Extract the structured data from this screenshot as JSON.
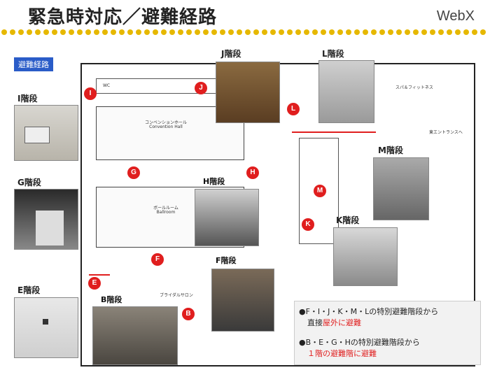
{
  "header": {
    "title": "緊急時対応／避難経路",
    "logo": "WebX"
  },
  "route_tag": "避難経路",
  "stairs": {
    "I": "I階段",
    "G": "G階段",
    "E": "E階段",
    "J": "J階段",
    "L": "L階段",
    "H": "H階段",
    "M": "M階段",
    "K": "K階段",
    "F": "F階段",
    "B": "B階段"
  },
  "pins": [
    "I",
    "J",
    "L",
    "G",
    "H",
    "M",
    "K",
    "F",
    "E",
    "B"
  ],
  "rooms": {
    "convention_jp": "コンベンションホール",
    "convention_en": "Convention Hall",
    "ballroom_jp": "ボールルーム",
    "ballroom_en": "Ballroom",
    "bridal": "ブライダルサロン",
    "spa": "スパ＆フィットネス",
    "entrance": "東エントランスへ",
    "wc": "WC"
  },
  "legend": {
    "line1_prefix": "●F・I・J・K・M・Lの特別避難階段から",
    "line2_a": "直接",
    "line2_b": "屋外に避難",
    "line3": "●B・E・G・Hの特別避難階段から",
    "line4": "１階の避難階に避難"
  },
  "colors": {
    "route": "#e01e1e",
    "tag": "#2a5cc8"
  }
}
